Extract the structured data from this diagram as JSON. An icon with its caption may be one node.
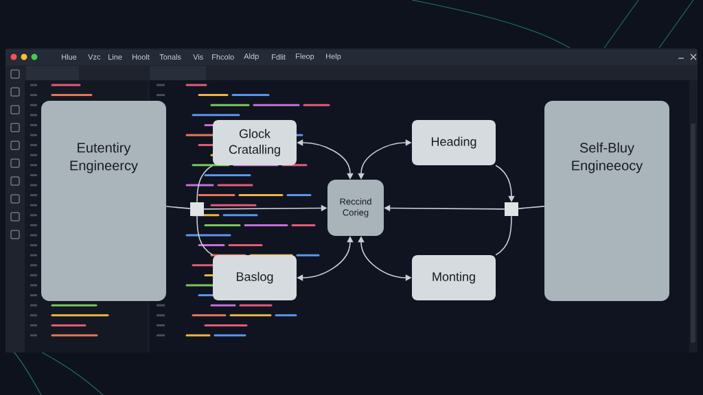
{
  "diagram": {
    "nodes": [
      {
        "text": [
          "Eutentiry Engineercy"
        ]
      },
      {
        "text": [
          "Glock Cratalling"
        ]
      },
      {
        "text": [
          "Heading"
        ]
      },
      {
        "text": [
          "Reccind Corieg"
        ]
      },
      {
        "text": [
          "Baslog"
        ]
      },
      {
        "text": [
          "Monting"
        ]
      },
      {
        "text": [
          "Self-Bluy Engineeocy"
        ]
      },
      {
        "text": [],
        "shape": "box"
      },
      {
        "text": [],
        "shape": "box"
      }
    ],
    "edges": [
      {
        "from": 0,
        "to": 7,
        "arrow": "none"
      },
      {
        "from": 7,
        "to": 3,
        "arrow": "to"
      },
      {
        "from": 7,
        "to": 1,
        "arrow": "none"
      },
      {
        "from": 7,
        "to": 4,
        "arrow": "none"
      },
      {
        "from": 3,
        "to": 1,
        "arrow": "both"
      },
      {
        "from": 3,
        "to": 2,
        "arrow": "both"
      },
      {
        "from": 3,
        "to": 4,
        "arrow": "both"
      },
      {
        "from": 3,
        "to": 5,
        "arrow": "both"
      },
      {
        "from": 2,
        "to": 8,
        "arrow": "to"
      },
      {
        "from": 8,
        "to": 5,
        "arrow": "none"
      },
      {
        "from": 6,
        "to": 8,
        "arrow": "none"
      },
      {
        "from": 8,
        "to": 3,
        "arrow": "to"
      }
    ],
    "labels": [
      "Hlue",
      "Vzc",
      "Line",
      "Hoolt",
      "Tonals",
      "Vis",
      "Fhcolo",
      "Aldp",
      "Fdlit",
      "Fleop",
      "Help"
    ]
  }
}
